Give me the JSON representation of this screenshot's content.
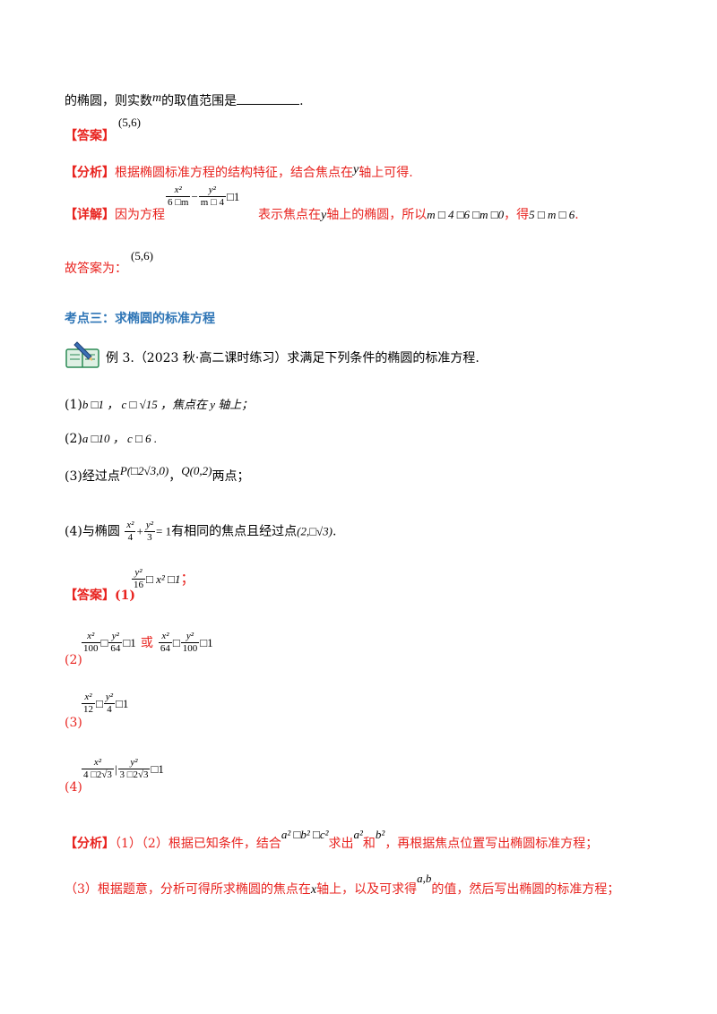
{
  "line1": {
    "prefix": "的椭圆，则实数",
    "var": "m",
    "suffix": "的取值范围是",
    "end": "."
  },
  "answer1": {
    "label": "【答案】",
    "value": "(5,6)"
  },
  "analysis1": {
    "label": "【分析】",
    "text": "根据椭圆标准方程的结构特征，结合焦点在",
    "var": "y",
    "text2": "轴上可得."
  },
  "detail1": {
    "label": "【详解】",
    "text": "因为方程",
    "frac1_num": "x²",
    "frac1_den": "6 □m",
    "frac2_num": "y²",
    "frac2_den": "m □ 4",
    "eq": "□1",
    "text2": "表示焦点在",
    "var": "y",
    "text3": "轴上的椭圆，所以",
    "cond": "m □ 4 □6 □m □0",
    "text4": "，得",
    "result": "5 □ m □ 6",
    "end": "."
  },
  "final1": {
    "text": "故答案为：",
    "value": "(5,6)"
  },
  "section3": {
    "title": "考点三：求椭圆的标准方程"
  },
  "example3": {
    "label": "例 3.",
    "source": "（2023 秋·高二课时练习）",
    "text": "求满足下列条件的椭圆的标准方程."
  },
  "conditions": [
    {
      "num": "(1)",
      "text": "b □1 ， c □ √15 ，焦点在 y 轴上；"
    },
    {
      "num": "(2)",
      "text": "a □10 ， c □ 6 ."
    },
    {
      "num": "(3)",
      "text": "经过点",
      "p": "P(□2√3,0)",
      "sep": "，",
      "q": "Q(0,2)",
      "end": "两点；"
    },
    {
      "num": "(4)",
      "text": "与椭圆",
      "eq": "= 1",
      "text2": "有相同的焦点且经过点",
      "pt": "(2,□√3)",
      "end": "."
    }
  ],
  "answer3": {
    "label": "【答案】",
    "a1_num": "(1)",
    "a1": "y²/16 □ x² □1",
    "a1_end": "；",
    "a2_num": "(2)",
    "a2_or": "或",
    "a3_num": "(3)",
    "a4_num": "(4)"
  },
  "analysis3": {
    "label": "【分析】",
    "line1": "（1）（2）根据已知条件，结合",
    "rel": "a² □b² □c²",
    "line1b": "求出",
    "a2": "a²",
    "and": "和",
    "b2": "b²",
    "line1c": "，再根据焦点位置写出椭圆标准方程；",
    "line2": "（3）根据题意，分析可得所求椭圆的焦点在",
    "xvar": "x",
    "line2b": "轴上，以及可求得",
    "ab": "a,b",
    "line2c": "的值，然后写出椭圆的标准方程；"
  }
}
